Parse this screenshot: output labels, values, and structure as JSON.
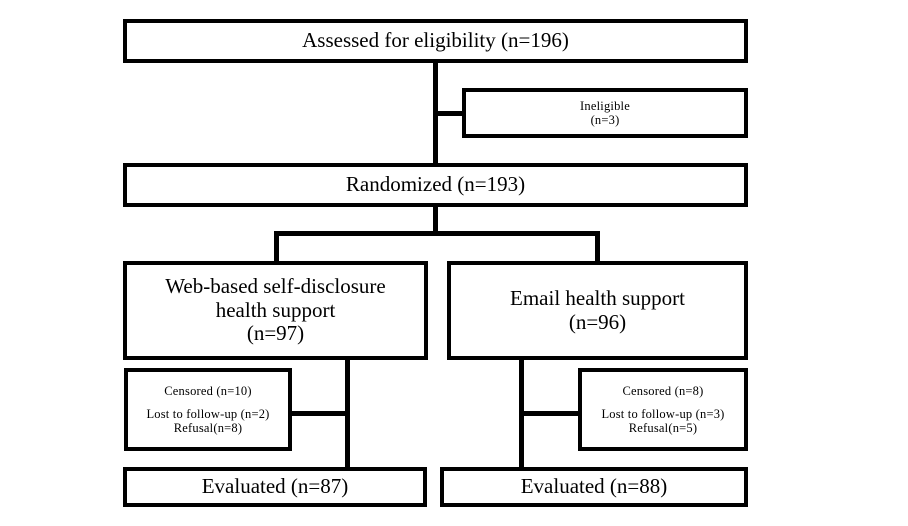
{
  "diagram": {
    "title": "CONSORT participant flow diagram",
    "background": "#ffffff",
    "stroke": "#000000",
    "nodes": {
      "assessed": {
        "line1": "Assessed for eligibility (n=196)"
      },
      "ineligible": {
        "line1": "Ineligible",
        "line2": "(n=3)"
      },
      "randomized": {
        "line1": "Randomized (n=193)"
      },
      "arm_web": {
        "line1": "Web-based self-disclosure",
        "line2": "health support",
        "line3": "(n=97)"
      },
      "arm_email": {
        "line1": "Email health support",
        "line2": "(n=96)"
      },
      "censored_web": {
        "line1": "Censored (n=10)",
        "line2": "Lost to follow-up (n=2)",
        "line3": "Refusal(n=8)"
      },
      "censored_email": {
        "line1": "Censored (n=8)",
        "line2": "Lost to follow-up (n=3)",
        "line3": "Refusal(n=5)"
      },
      "evaluated_web": {
        "line1": "Evaluated (n=87)"
      },
      "evaluated_email": {
        "line1": "Evaluated (n=88)"
      }
    }
  }
}
